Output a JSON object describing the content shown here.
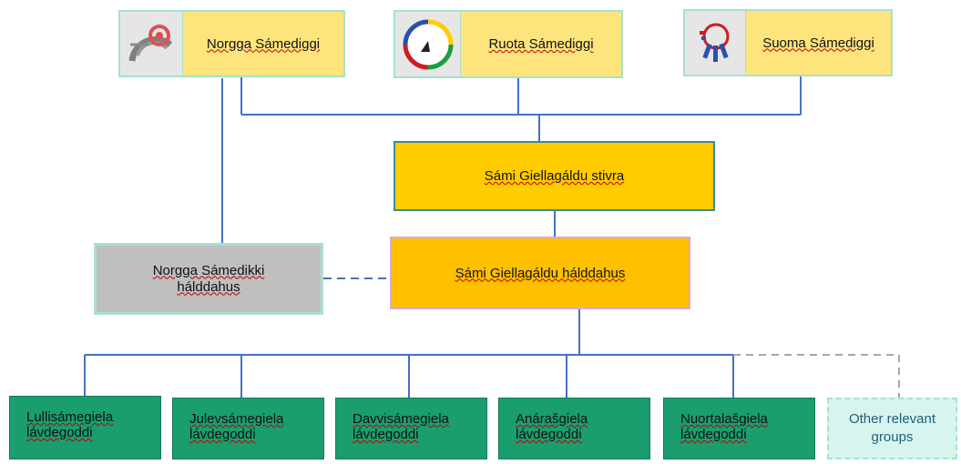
{
  "parliaments": [
    {
      "label": "Norgga Sámediggi",
      "logo_icon": "norway-sami-parliament-logo"
    },
    {
      "label": "Ruota Sámediggi",
      "logo_icon": "sweden-sami-parliament-logo"
    },
    {
      "label": "Suoma Sámediggi",
      "logo_icon": "finland-sami-parliament-logo"
    }
  ],
  "board": {
    "label": "Sámi Giellagáldu stivra"
  },
  "administration": {
    "label": "Sámi Giellagáldu hálddahus"
  },
  "norway_admin": {
    "line1": "Norgga Sámedikki",
    "line2": "hálddahus"
  },
  "committees": [
    {
      "line1": "Lullisámegiela",
      "line2": "lávdegoddi"
    },
    {
      "line1": "Julevsámegiela",
      "line2": "lávdegoddi"
    },
    {
      "line1": "Davvisámegiela",
      "line2": "lávdegoddi"
    },
    {
      "line1": "Anárašgiela",
      "line2": "lávdegoddi"
    },
    {
      "line1": "Nuortalašgiela",
      "line2": "lávdegoddi"
    }
  ],
  "other": {
    "line1": "Other relevant",
    "line2": "groups"
  },
  "colors": {
    "connector": "#4472c4",
    "dashed_other": "#a6a6a6",
    "parliament_fill": "#fde47d",
    "board_fill": "#ffcc00",
    "admin_fill": "#ffc000",
    "committee_fill": "#1a9e6e",
    "other_fill": "#d7f5ee"
  }
}
